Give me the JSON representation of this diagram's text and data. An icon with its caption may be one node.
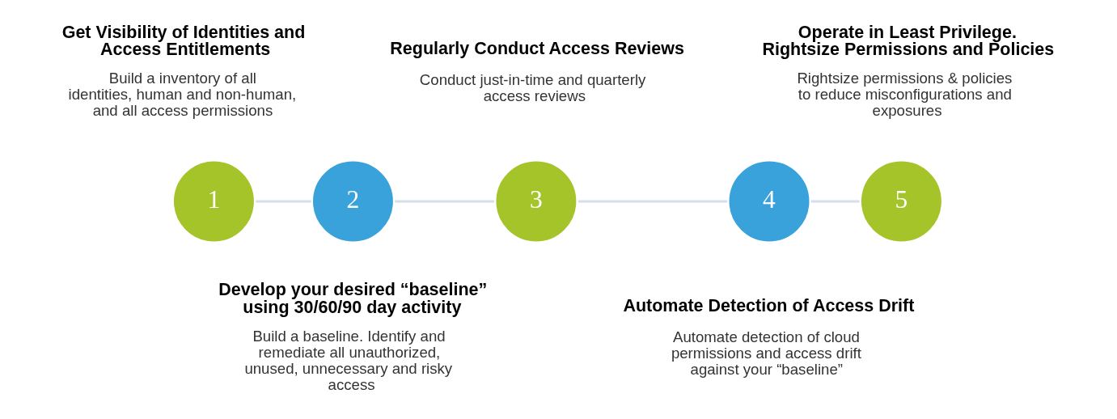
{
  "diagram": {
    "nodes": [
      {
        "text": [
          "1"
        ],
        "beside": [
          "Get Visibility of Identities and Access Entitlements",
          "Build a inventory of all identities, human and non-human, and all access permissions"
        ]
      },
      {
        "text": [
          "2"
        ],
        "beside": [
          "Develop your desired “baseline” using 30/60/90 day activity",
          "Build a baseline. Identify and remediate all unauthorized, unused, unnecessary and risky access"
        ]
      },
      {
        "text": [
          "3"
        ],
        "beside": [
          "Regularly Conduct Access Reviews",
          "Conduct just-in-time and quarterly access reviews"
        ]
      },
      {
        "text": [
          "4"
        ],
        "beside": [
          "Automate Detection of Access Drift",
          "Automate detection of cloud permissions and access drift against your “baseline”"
        ]
      },
      {
        "text": [
          "5"
        ],
        "beside": [
          "Operate in Least Privilege. Rightsize Permissions and Policies",
          "Rightsize permissions & policies to reduce misconfigurations and exposures"
        ]
      }
    ],
    "edges": [
      {
        "from": 0,
        "to": 1,
        "arrow": "none"
      },
      {
        "from": 1,
        "to": 2,
        "arrow": "none"
      },
      {
        "from": 2,
        "to": 3,
        "arrow": "none"
      },
      {
        "from": 3,
        "to": 4,
        "arrow": "none"
      }
    ]
  }
}
